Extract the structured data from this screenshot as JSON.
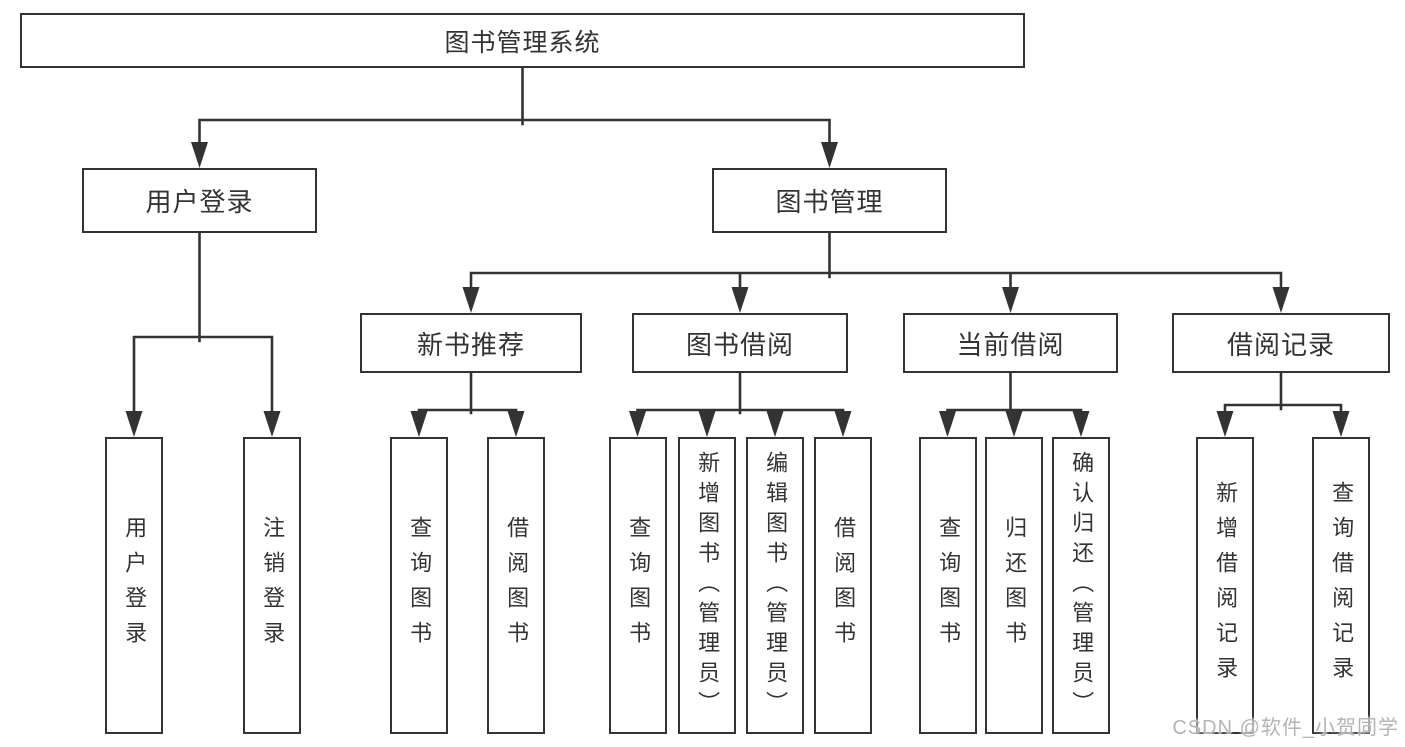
{
  "colors": {
    "line": "#333333",
    "text": "#333333",
    "watermark": "#b4b4b4",
    "background": "#ffffff"
  },
  "tree": {
    "root": "图书管理系统",
    "level2": [
      "用户登录",
      "图书管理"
    ],
    "level3": [
      "新书推荐",
      "图书借阅",
      "当前借阅",
      "借阅记录"
    ],
    "level4": [
      "用户登录",
      "注销登录",
      "查询图书",
      "借阅图书",
      "查询图书",
      "新增图书（管理员）",
      "编辑图书（管理员）",
      "借阅图书",
      "查询图书",
      "归还图书",
      "确认归还（管理员）",
      "新增借阅记录",
      "查询借阅记录"
    ]
  },
  "watermark": "CSDN @软件_小贺同学"
}
